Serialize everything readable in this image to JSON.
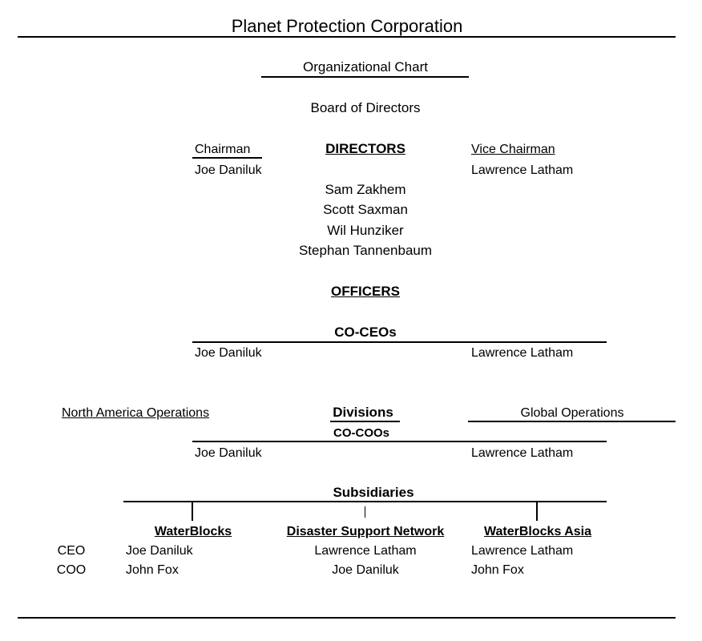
{
  "document": {
    "title": "Planet Protection Corporation",
    "subtitle": "Organizational Chart",
    "board_heading": "Board of Directors"
  },
  "board": {
    "chairman_label": "Chairman",
    "chairman_name": "Joe Daniluk",
    "directors_heading": "DIRECTORS",
    "vice_chairman_label": "Vice Chairman",
    "vice_chairman_name": "Lawrence Latham",
    "directors": [
      "Sam Zakhem",
      "Scott Saxman",
      "Wil Hunziker",
      "Stephan Tannenbaum"
    ]
  },
  "officers": {
    "heading": "OFFICERS",
    "co_ceos_heading": "CO-CEOs",
    "co_ceo_left": "Joe Daniluk",
    "co_ceo_right": "Lawrence Latham"
  },
  "divisions": {
    "left_label": "North America Operations",
    "heading": "Divisions",
    "right_label": "Global Operations",
    "co_coos_heading": "CO-COOs",
    "co_coo_left": "Joe Daniluk",
    "co_coo_right": "Lawrence Latham"
  },
  "subsidiaries": {
    "heading": "Subsidiaries",
    "role_labels": [
      "CEO",
      "COO"
    ],
    "companies": [
      {
        "name": "WaterBlocks",
        "ceo": "Joe Daniluk",
        "coo": "John Fox"
      },
      {
        "name": "Disaster Support Network",
        "ceo": "Lawrence Latham",
        "coo": "Joe Daniluk"
      },
      {
        "name": "WaterBlocks Asia",
        "ceo": "Lawrence Latham",
        "coo": "John Fox"
      }
    ]
  }
}
